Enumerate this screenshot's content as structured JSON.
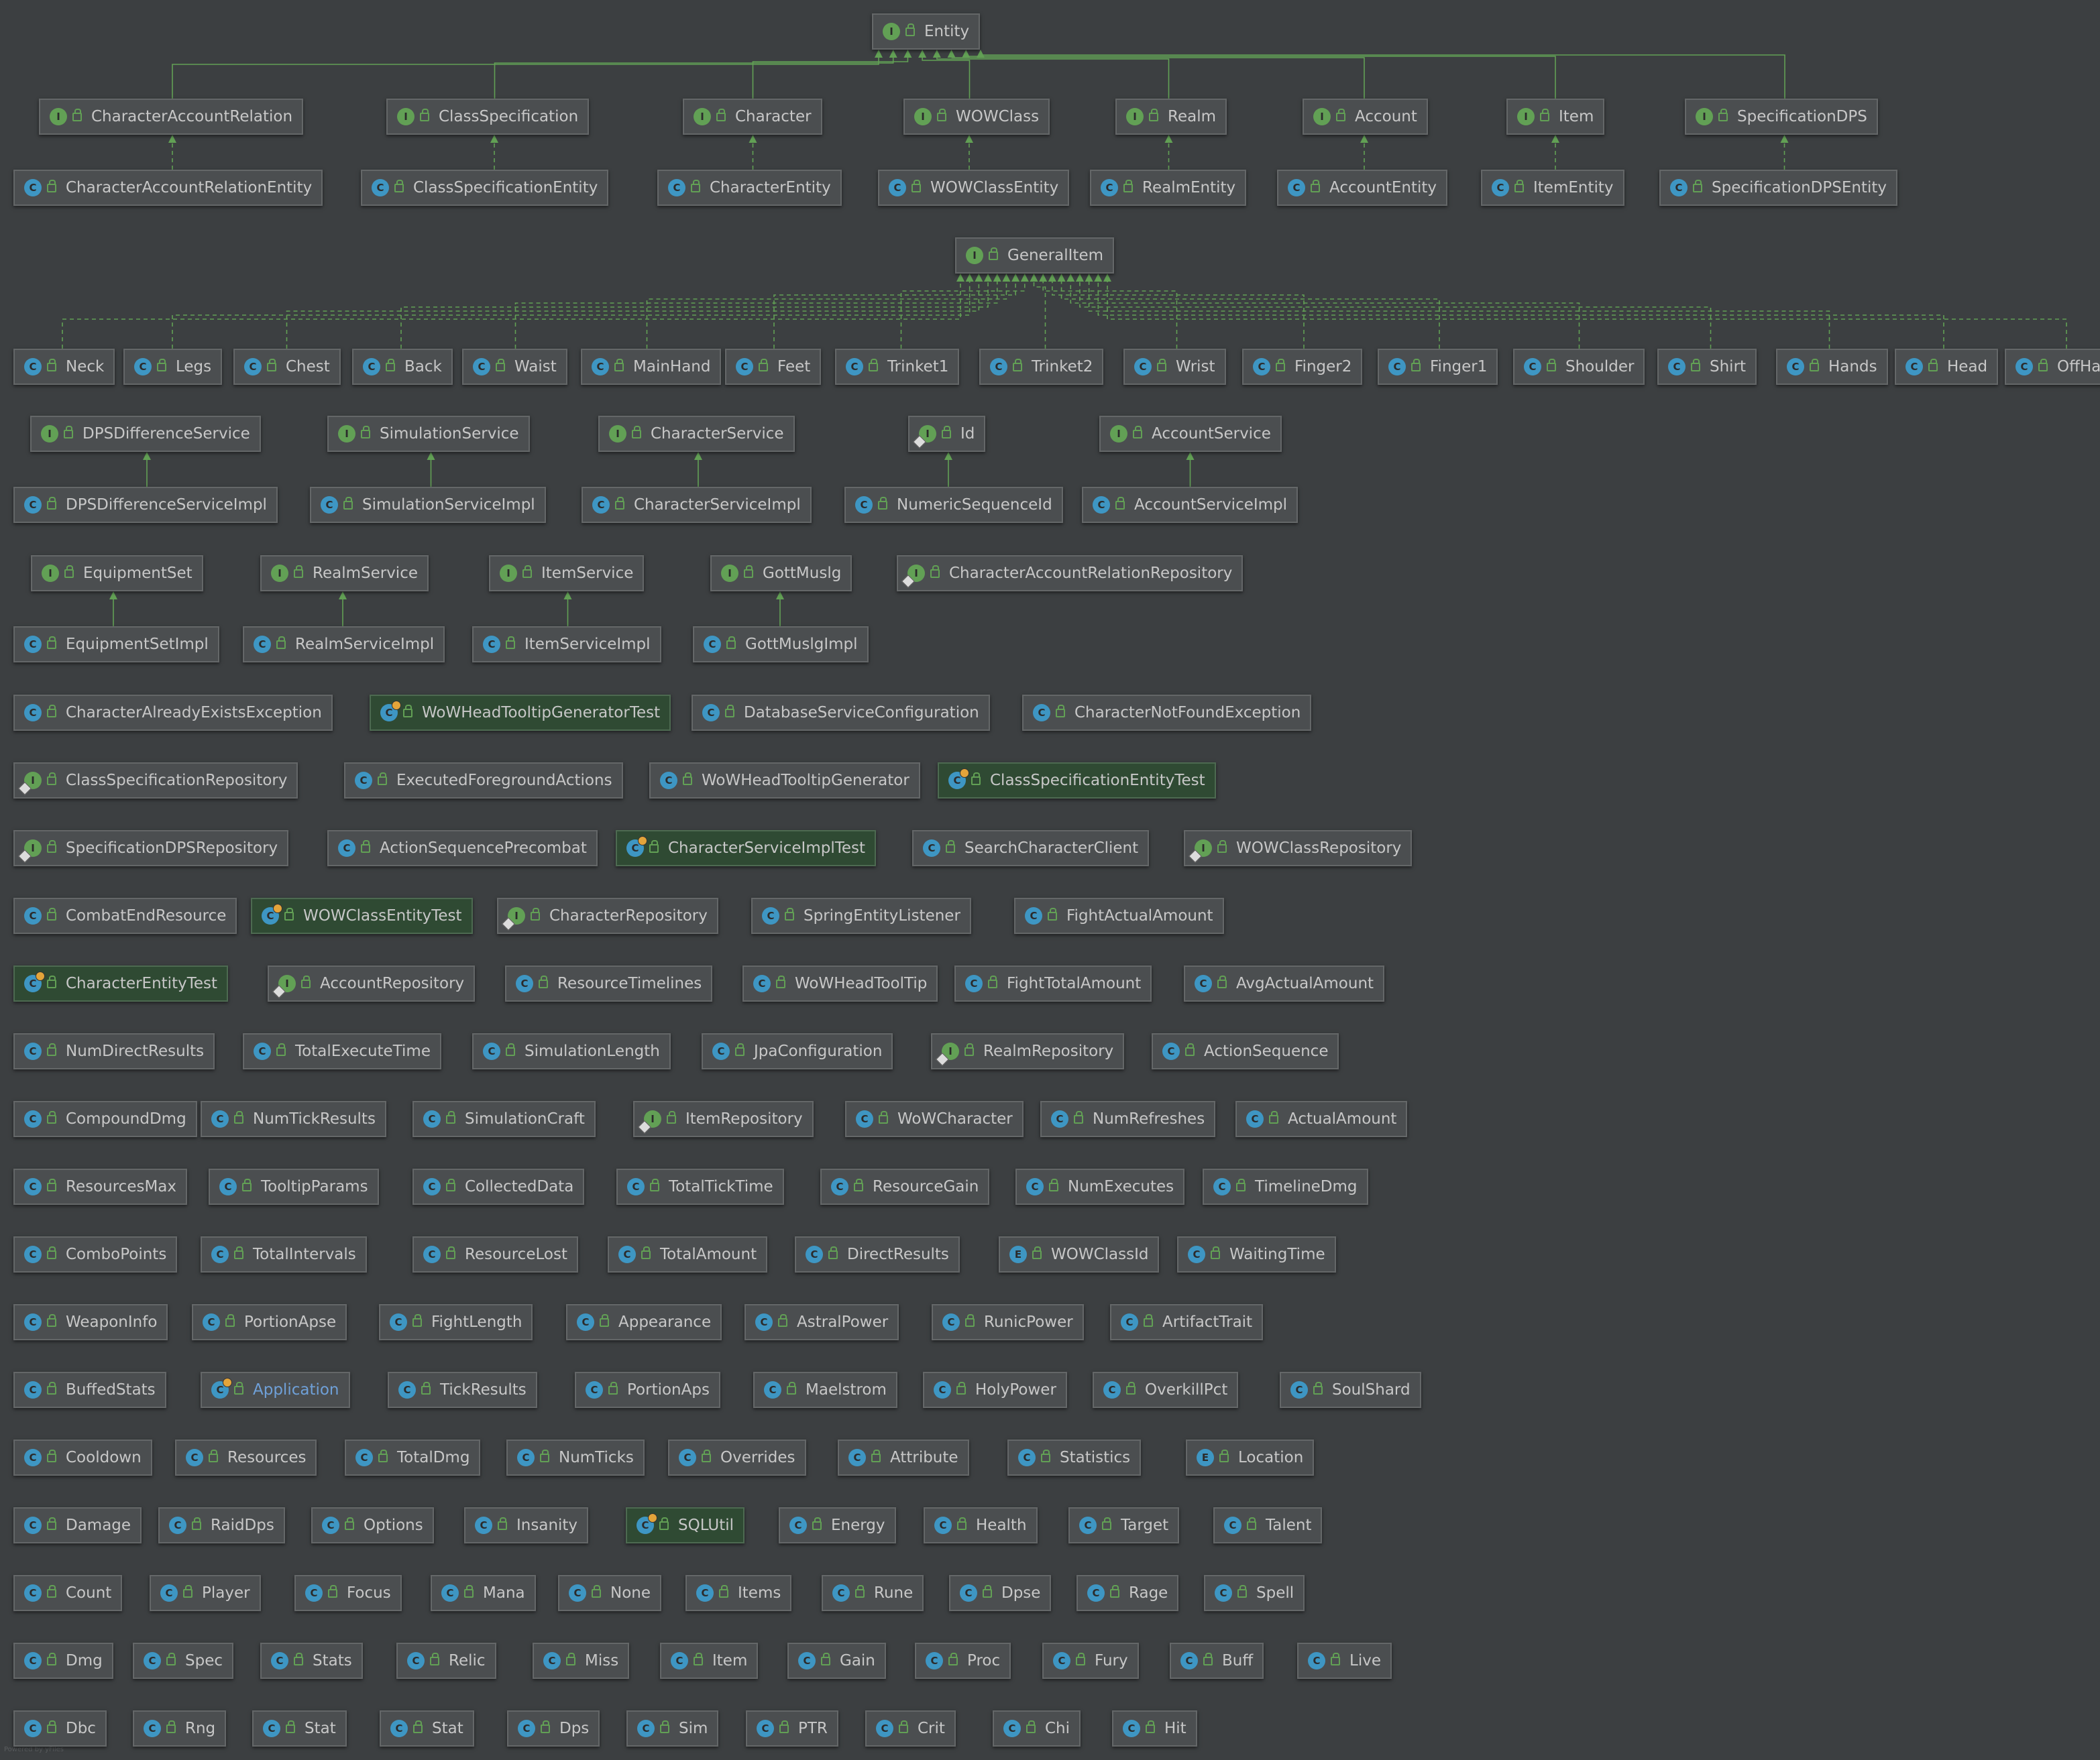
{
  "diagram": {
    "groups": [
      {
        "name": "entity",
        "parent": "Entity",
        "children": [
          {
            "iface": "CharacterAccountRelation",
            "impl": "CharacterAccountRelationEntity"
          },
          {
            "iface": "ClassSpecification",
            "impl": "ClassSpecificationEntity"
          },
          {
            "iface": "Character",
            "impl": "CharacterEntity"
          },
          {
            "iface": "WOWClass",
            "impl": "WOWClassEntity"
          },
          {
            "iface": "Realm",
            "impl": "RealmEntity"
          },
          {
            "iface": "Account",
            "impl": "AccountEntity"
          },
          {
            "iface": "Item",
            "impl": "ItemEntity"
          },
          {
            "iface": "SpecificationDPS",
            "impl": "SpecificationDPSEntity"
          }
        ]
      },
      {
        "name": "generalitem",
        "parent": "GeneralItem",
        "children": [
          "Neck",
          "Legs",
          "Chest",
          "Back",
          "Waist",
          "MainHand",
          "Feet",
          "Trinket1",
          "Trinket2",
          "Wrist",
          "Finger2",
          "Finger1",
          "Shoulder",
          "Shirt",
          "Hands",
          "Head",
          "OffHand"
        ]
      }
    ],
    "pairs_row1": [
      {
        "iface": "DPSDifferenceService",
        "impl": "DPSDifferenceServiceImpl"
      },
      {
        "iface": "SimulationService",
        "impl": "SimulationServiceImpl"
      },
      {
        "iface": "CharacterService",
        "impl": "CharacterServiceImpl"
      },
      {
        "iface": "Id",
        "impl": "NumericSequenceId"
      },
      {
        "iface": "AccountService",
        "impl": "AccountServiceImpl"
      }
    ],
    "pairs_row2": [
      {
        "iface": "EquipmentSet",
        "impl": "EquipmentSetImpl"
      },
      {
        "iface": "RealmService",
        "impl": "RealmServiceImpl"
      },
      {
        "iface": "ItemService",
        "impl": "ItemServiceImpl"
      },
      {
        "iface": "GottMuslg",
        "impl": "GottMuslgImpl"
      }
    ],
    "lone": "CharacterAccountRelationRepository",
    "rows": [
      [
        "CharacterAlreadyExistsException",
        "WoWHeadTooltipGeneratorTest",
        "DatabaseServiceConfiguration",
        "CharacterNotFoundException"
      ],
      [
        "ClassSpecificationRepository",
        "ExecutedForegroundActions",
        "WoWHeadTooltipGenerator",
        "ClassSpecificationEntityTest"
      ],
      [
        "SpecificationDPSRepository",
        "ActionSequencePrecombat",
        "CharacterServiceImplTest",
        "SearchCharacterClient",
        "WOWClassRepository"
      ],
      [
        "CombatEndResource",
        "WOWClassEntityTest",
        "CharacterRepository",
        "SpringEntityListener",
        "FightActualAmount"
      ],
      [
        "CharacterEntityTest",
        "AccountRepository",
        "ResourceTimelines",
        "WoWHeadToolTip",
        "FightTotalAmount",
        "AvgActualAmount"
      ],
      [
        "NumDirectResults",
        "TotalExecuteTime",
        "SimulationLength",
        "JpaConfiguration",
        "RealmRepository",
        "ActionSequence"
      ],
      [
        "CompoundDmg",
        "NumTickResults",
        "SimulationCraft",
        "ItemRepository",
        "WoWCharacter",
        "NumRefreshes",
        "ActualAmount"
      ],
      [
        "ResourcesMax",
        "TooltipParams",
        "CollectedData",
        "TotalTickTime",
        "ResourceGain",
        "NumExecutes",
        "TimelineDmg"
      ],
      [
        "ComboPoints",
        "TotalIntervals",
        "ResourceLost",
        "TotalAmount",
        "DirectResults",
        "WOWClassId",
        "WaitingTime"
      ],
      [
        "WeaponInfo",
        "PortionApse",
        "FightLength",
        "Appearance",
        "AstralPower",
        "RunicPower",
        "ArtifactTrait"
      ],
      [
        "BuffedStats",
        "Application",
        "TickResults",
        "PortionAps",
        "Maelstrom",
        "HolyPower",
        "OverkillPct",
        "SoulShard"
      ],
      [
        "Cooldown",
        "Resources",
        "TotalDmg",
        "NumTicks",
        "Overrides",
        "Attribute",
        "Statistics",
        "Location"
      ],
      [
        "Damage",
        "RaidDps",
        "Options",
        "Insanity",
        "SQLUtil",
        "Energy",
        "Health",
        "Target",
        "Talent"
      ],
      [
        "Count",
        "Player",
        "Focus",
        "Mana",
        "None",
        "Items",
        "Rune",
        "Dpse",
        "Rage",
        "Spell"
      ],
      [
        "Dmg",
        "Spec",
        "Stats",
        "Relic",
        "Miss",
        "Item",
        "Gain",
        "Proc",
        "Fury",
        "Buff",
        "Live"
      ],
      [
        "Dbc",
        "Rng",
        "Stat",
        "Stat",
        "Dps",
        "Sim",
        "PTR",
        "Crit",
        "Chi",
        "Hit"
      ]
    ],
    "kinds": {
      "interface": "I",
      "class": "C",
      "enum": "E",
      "interfaces_extra": [
        "ClassSpecificationRepository",
        "SpecificationDPSRepository",
        "WOWClassRepository",
        "CharacterRepository",
        "AccountRepository",
        "RealmRepository",
        "ItemRepository"
      ],
      "enums": [
        "WOWClassId",
        "Location"
      ],
      "tests": [
        "WoWHeadTooltipGeneratorTest",
        "ClassSpecificationEntityTest",
        "CharacterServiceImplTest",
        "WOWClassEntityTest",
        "CharacterEntityTest",
        "SQLUtil"
      ],
      "highlighted": [
        "Application"
      ]
    },
    "colors": {
      "background": "#3c3f41",
      "node": "#4b4e50",
      "edge": "#62a055",
      "class_icon": "#3e96c3",
      "interface_icon": "#62a055",
      "highlight_text": "#6fa0d8"
    },
    "icons": {
      "class": "class-icon",
      "interface": "interface-icon",
      "enum": "enum-icon",
      "visibility": "public-lock-icon"
    },
    "footer": "Powered by yFiles"
  }
}
